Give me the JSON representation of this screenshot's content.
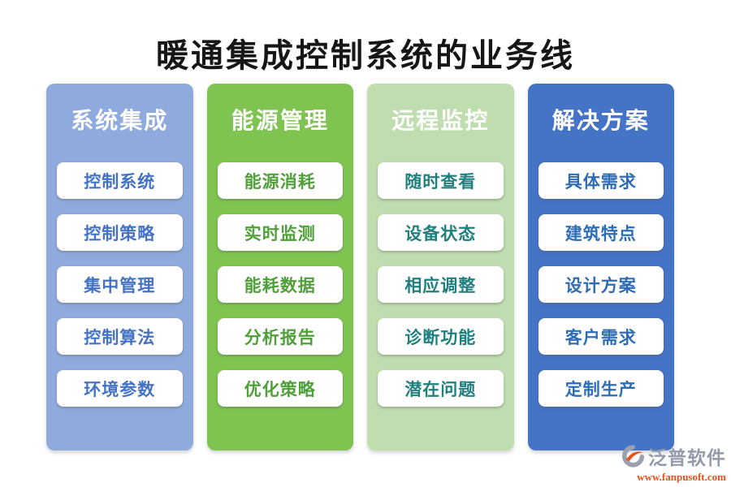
{
  "title": "暖通集成控制系统的业务线",
  "columns": [
    {
      "header": "系统集成",
      "bg": "#8FAADC",
      "item_text_color": "#4472C4",
      "items": [
        "控制系统",
        "控制策略",
        "集中管理",
        "控制算法",
        "环境参数"
      ]
    },
    {
      "header": "能源管理",
      "bg": "#7FC351",
      "item_text_color": "#4FA039",
      "items": [
        "能源消耗",
        "实时监测",
        "能耗数据",
        "分析报告",
        "优化策略"
      ]
    },
    {
      "header": "远程监控",
      "bg": "#BFDDAE",
      "item_text_color": "#1F807F",
      "items": [
        "随时查看",
        "设备状态",
        "相应调整",
        "诊断功能",
        "潜在问题"
      ]
    },
    {
      "header": "解决方案",
      "bg": "#4573C5",
      "item_text_color": "#2E6DB5",
      "items": [
        "具体需求",
        "建筑特点",
        "设计方案",
        "客户需求",
        "定制生产"
      ]
    }
  ],
  "logo": {
    "icon": "fanpu-logo-icon",
    "name": "泛普软件",
    "url": "www.fanpusoft.com",
    "name_color": "#949BAB",
    "url_color": "#E4501E",
    "icon_gray": "#99A0AE",
    "icon_orange": "#E8521D"
  }
}
